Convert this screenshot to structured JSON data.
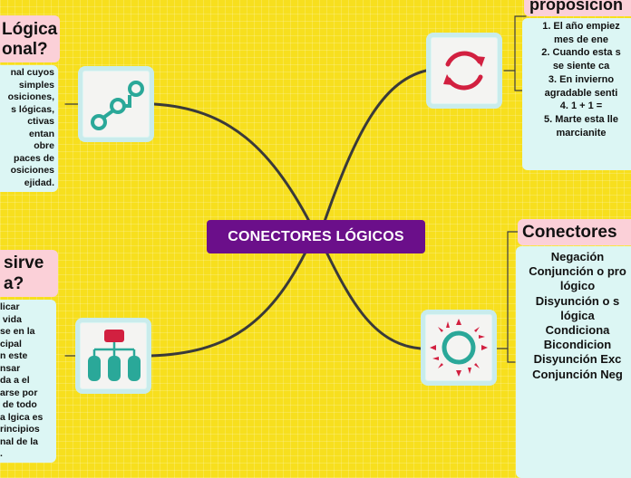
{
  "central_topic": "CONECTORES LÓGICOS",
  "colors": {
    "background": "#f7df1e",
    "central": "#6b0f8a",
    "title_box": "#fbd0d8",
    "content_box": "#dcf6f4",
    "icon_box_border": "#c9ecec",
    "icon_accent_teal": "#2aa899",
    "icon_accent_red": "#d22040",
    "branch_line": "#3a3a3a"
  },
  "branches": {
    "top_left": {
      "icon": "node-path-icon",
      "title_lines": [
        "Lógica",
        "onal?"
      ],
      "content_lines": [
        "nal cuyos",
        "simples",
        "osiciones,",
        "s lógicas,",
        "ctivas",
        "entan",
        "obre",
        "paces de",
        "osiciones",
        "ejidad."
      ]
    },
    "bottom_left": {
      "icon": "hierarchy-icon",
      "title_lines": [
        "sirve",
        "a?"
      ],
      "content_lines": [
        "licar",
        " vida",
        "se en la",
        "cipal",
        "n este",
        "nsar",
        "da a el",
        "arse por",
        " de todo",
        "a lgica es",
        "rincipios",
        "nal de la",
        "."
      ]
    },
    "top_right": {
      "icon": "refresh-cycle-icon",
      "title": "proposicion",
      "content_lines": [
        "1. El año empiez",
        "mes de ene",
        "2. Cuando esta s",
        "se siente ca",
        "3. En invierno",
        "agradable senti",
        "",
        "4. 1 + 1 =",
        "",
        "5. Marte esta lle",
        "marcianite"
      ]
    },
    "bottom_right": {
      "icon": "sun-ring-icon",
      "title": "Conectores",
      "content_lines": [
        "Negación",
        "",
        "Conjunción o pro",
        "lógico",
        "",
        "Disyunción o s",
        "lógica",
        "",
        "Condiciona",
        "",
        "Bicondicion",
        "",
        "Disyunción Exc",
        "",
        "Conjunción Neg"
      ]
    }
  }
}
